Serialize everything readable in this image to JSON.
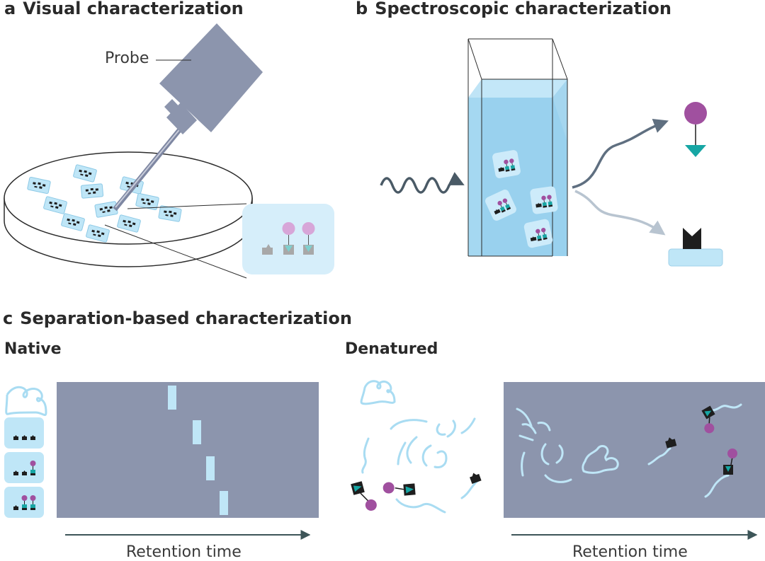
{
  "panels": {
    "a": {
      "letter": "a",
      "title": "Visual characterization",
      "probe_label": "Probe"
    },
    "b": {
      "letter": "b",
      "title": "Spectroscopic characterization"
    },
    "c": {
      "letter": "c",
      "title": "Separation-based characterization",
      "native": "Native",
      "denatured": "Denatured",
      "axis_native": "Retention time",
      "axis_denatured": "Retention time"
    }
  },
  "colors": {
    "slate": "#8c95ad",
    "light_blue": "#bfe6f7",
    "strand": "#a9dcf2",
    "liquid": "#9fd4ef",
    "purple": "#a0509f",
    "pale_purple": "#d7a6d8",
    "teal": "#17a6a4",
    "dark": "#1e1e1e",
    "wave": "#4a5a66",
    "arrow": "#3d5558"
  }
}
